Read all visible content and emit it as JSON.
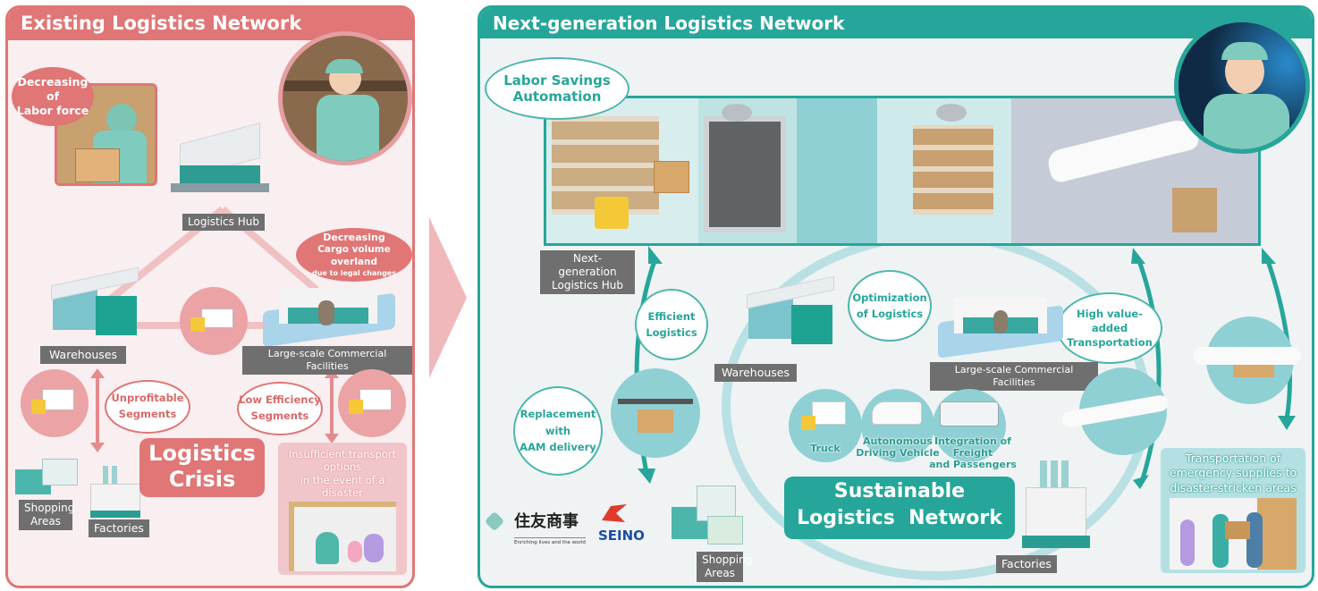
{
  "existing": {
    "title": "Existing Logistics Network",
    "bubbles": {
      "labor_force": [
        "Decreasing",
        "of",
        "Labor force"
      ],
      "cargo_volume": [
        "Decreasing",
        "Cargo volume overland",
        "due to legal changes"
      ]
    },
    "nodes": {
      "hub": "Logistics Hub",
      "warehouses": "Warehouses",
      "commercial": "Large-scale Commercial Facilities",
      "shopping": [
        "Shopping",
        "Areas"
      ],
      "factories": "Factories"
    },
    "segments": {
      "unprofitable": [
        "Unprofitable",
        "Segments"
      ],
      "low_efficiency": [
        "Low Efficiency",
        "Segments"
      ]
    },
    "crisis": [
      "Logistics",
      "Crisis"
    ],
    "disaster": [
      "Insufficient transport",
      "options",
      "in the event of a",
      "disaster"
    ]
  },
  "next_gen": {
    "title": "Next-generation Logistics Network",
    "labor_savings": [
      "Labor Savings",
      "Automation"
    ],
    "nodes": {
      "hub": [
        "Next-generation",
        "Logistics Hub"
      ],
      "warehouses": "Warehouses",
      "commercial": "Large-scale Commercial Facilities",
      "shopping": [
        "Shopping",
        "Areas"
      ],
      "factories": "Factories"
    },
    "ovals": {
      "efficient": [
        "Efficient",
        "Logistics"
      ],
      "optimization": [
        "Optimization",
        "of Logistics"
      ],
      "high_value": [
        "High value-added",
        "Transportation"
      ],
      "aam": [
        "Replacement",
        "with",
        "AAM delivery"
      ]
    },
    "vehicles": {
      "truck": "Truck",
      "autonomous": [
        "Autonomous",
        "Driving Vehicle"
      ],
      "integration": [
        "Integration of Freight",
        "and Passengers"
      ]
    },
    "sustainable": [
      "Sustainable",
      "Logistics  Network"
    ],
    "emergency": [
      "Transportation of",
      "emergency supplies to",
      "disaster-stricken areas"
    ],
    "logos": {
      "sumitomo": "住友商事",
      "sumitomo_tagline": "Enriching lives and the world",
      "seino": "SEINO"
    }
  },
  "colors": {
    "existing_accent": "#e07676",
    "next_gen_accent": "#26a69a",
    "transition_arrow": "#f0b8bb"
  }
}
